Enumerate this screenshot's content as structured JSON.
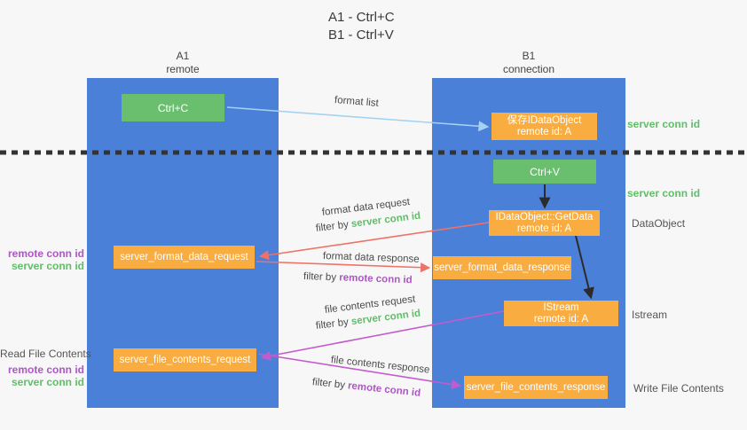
{
  "title": {
    "line1": "A1 - Ctrl+C",
    "line2": "B1 - Ctrl+V"
  },
  "columns": {
    "a1": {
      "name": "A1",
      "role": "remote"
    },
    "b1": {
      "name": "B1",
      "role": "connection"
    }
  },
  "boxes": {
    "ctrl_c": "Ctrl+C",
    "ctrl_v": "Ctrl+V",
    "save_dataobject": {
      "line1": "保存IDataObject",
      "line2": "remote id: A"
    },
    "getdata": {
      "line1": "IDataObject::GetData",
      "line2": "remote id: A"
    },
    "istream": {
      "line1": "IStream",
      "line2": "remote id: A"
    },
    "server_format_data_request": "server_format_data_request",
    "server_format_data_response": "server_format_data_response",
    "server_file_contents_request": "server_file_contents_request",
    "server_file_contents_response": "server_file_contents_response"
  },
  "arrow_labels": {
    "format_list": "format list",
    "format_data_request": "format data request",
    "format_data_request_filter": {
      "prefix": "filter by ",
      "id": "server conn id"
    },
    "format_data_response": "format data response",
    "format_data_response_filter": {
      "prefix": "filter by ",
      "id": "remote conn id"
    },
    "file_contents_request": "file contents request",
    "file_contents_request_filter": {
      "prefix": "filter by ",
      "id": "server conn id"
    },
    "file_contents_response": "file contents response",
    "file_contents_response_filter": {
      "prefix": "filter by ",
      "id": "remote conn id"
    }
  },
  "side_labels": {
    "server_conn_id_top": "server conn id",
    "server_conn_id_mid": "server conn id",
    "dataobject": "DataObject",
    "istream": "Istream",
    "write_file_contents": "Write File Contents",
    "read_file_contents": "Read File Contents",
    "left_group1": {
      "remote": "remote conn id",
      "server": "server conn id"
    },
    "left_group2": {
      "remote": "remote conn id",
      "server": "server conn id"
    }
  },
  "colors": {
    "column_blue": "#4a80d8",
    "box_green": "#6abf6e",
    "box_orange": "#f9ac40",
    "text_green": "#5fbe68",
    "text_purple": "#ae56c5",
    "arrow_red": "#ee7268",
    "arrow_magenta": "#c45bcd",
    "arrow_light_blue": "#a3d2f2",
    "arrow_black": "#2b2b2b",
    "background": "#f7f7f7"
  }
}
